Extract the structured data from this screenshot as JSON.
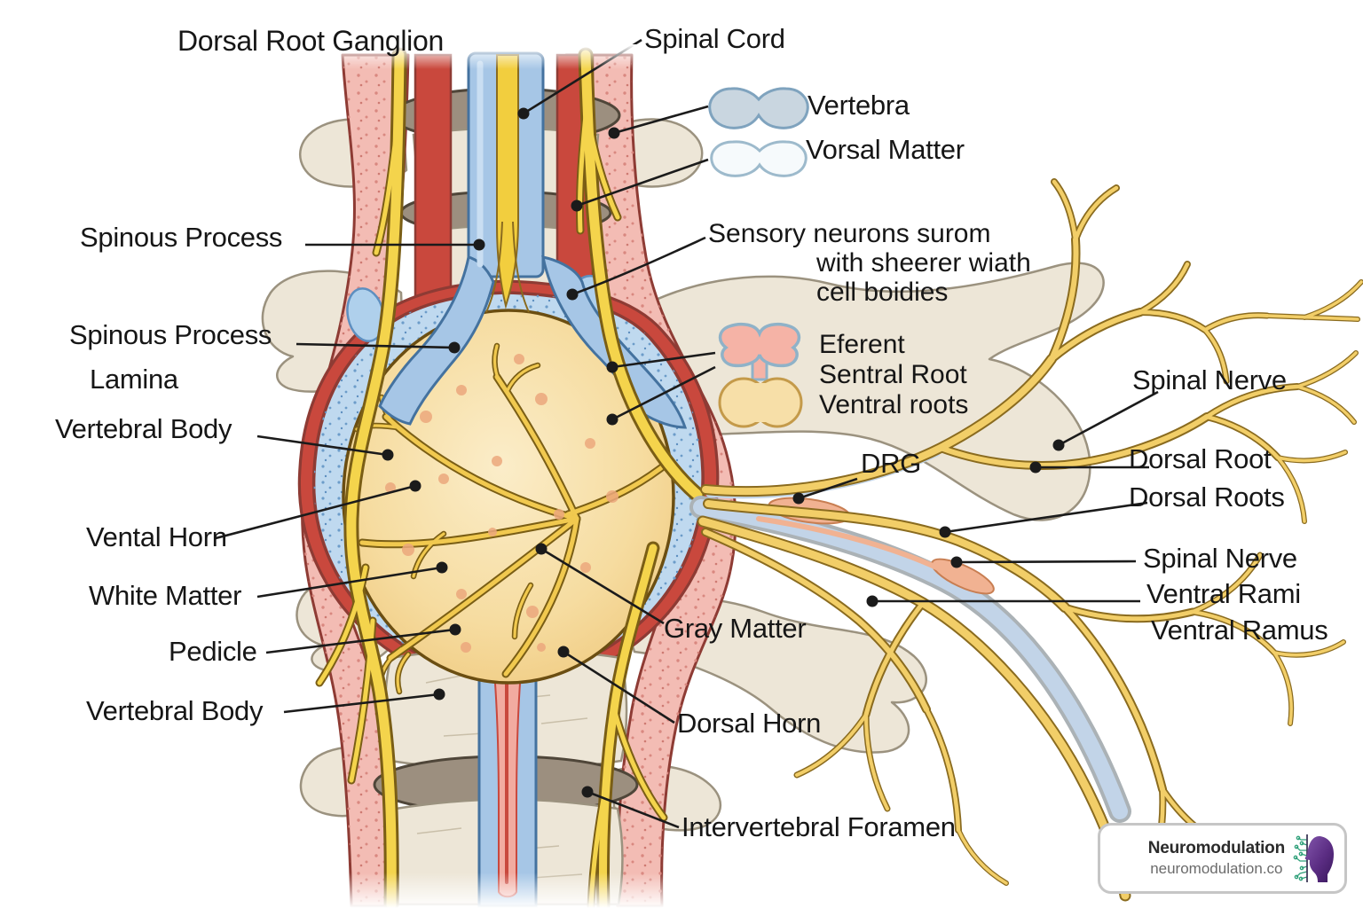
{
  "labels": {
    "dorsal_root_ganglion": "Dorsal Root Ganglion",
    "spinal_cord": "Spinal Cord",
    "vertebra": "Vertebra",
    "vorsal_matter": "Vorsal Matter",
    "spinous_process_top": "Spinous Process",
    "sensory_neurons": {
      "lines": [
        "Sensory neurons surom",
        "with sheerer wiath",
        "cell boidies"
      ]
    },
    "efferent": {
      "lines": [
        "Eferent",
        "Sentral Root",
        "Ventral roots"
      ]
    },
    "spinous_process_mid": "Spinous Process",
    "lamina": "Lamina",
    "vertebral_body_upper": "Vertebral Body",
    "drg": "DRG",
    "spinal_nerve_upper": "Spinal Nerve",
    "dorsal_root": "Dorsal Root",
    "dorsal_roots": "Dorsal Roots",
    "vental_horn": "Vental Horn",
    "white_matter": "White Matter",
    "spinal_nerve_lower": "Spinal Nerve",
    "ventral_rami": "Ventral Rami",
    "ventral_ramus": "Ventral Ramus",
    "pedicle": "Pedicle",
    "gray_matter": "Gray Matter",
    "vertebral_body_lower": "Vertebral Body",
    "dorsal_horn": "Dorsal Horn",
    "intervertebral_foramen": "Intervertebral Foramen"
  },
  "badge": {
    "title": "Neuromodulation",
    "url": "neuromodulation.co"
  },
  "colors": {
    "nerve_yellow": "#F2CE5A",
    "nerve_outline": "#7A5E15",
    "muscle_pink": "#F3BCB4",
    "deep_red": "#C9483D",
    "maroon_outline": "#8E3B34",
    "csf_blue": "#BFD9EF",
    "cord_blue": "#A6C6E6",
    "cord_outline": "#44729F",
    "bone": "#EDE6D7",
    "bone_outline": "#9B927F",
    "disc_brown": "#9C8F7F",
    "cord_cream": "#F6DCA0",
    "label_ink": "#161616",
    "logo_purple": "#5B2D83",
    "logo_green": "#2FA07A"
  }
}
